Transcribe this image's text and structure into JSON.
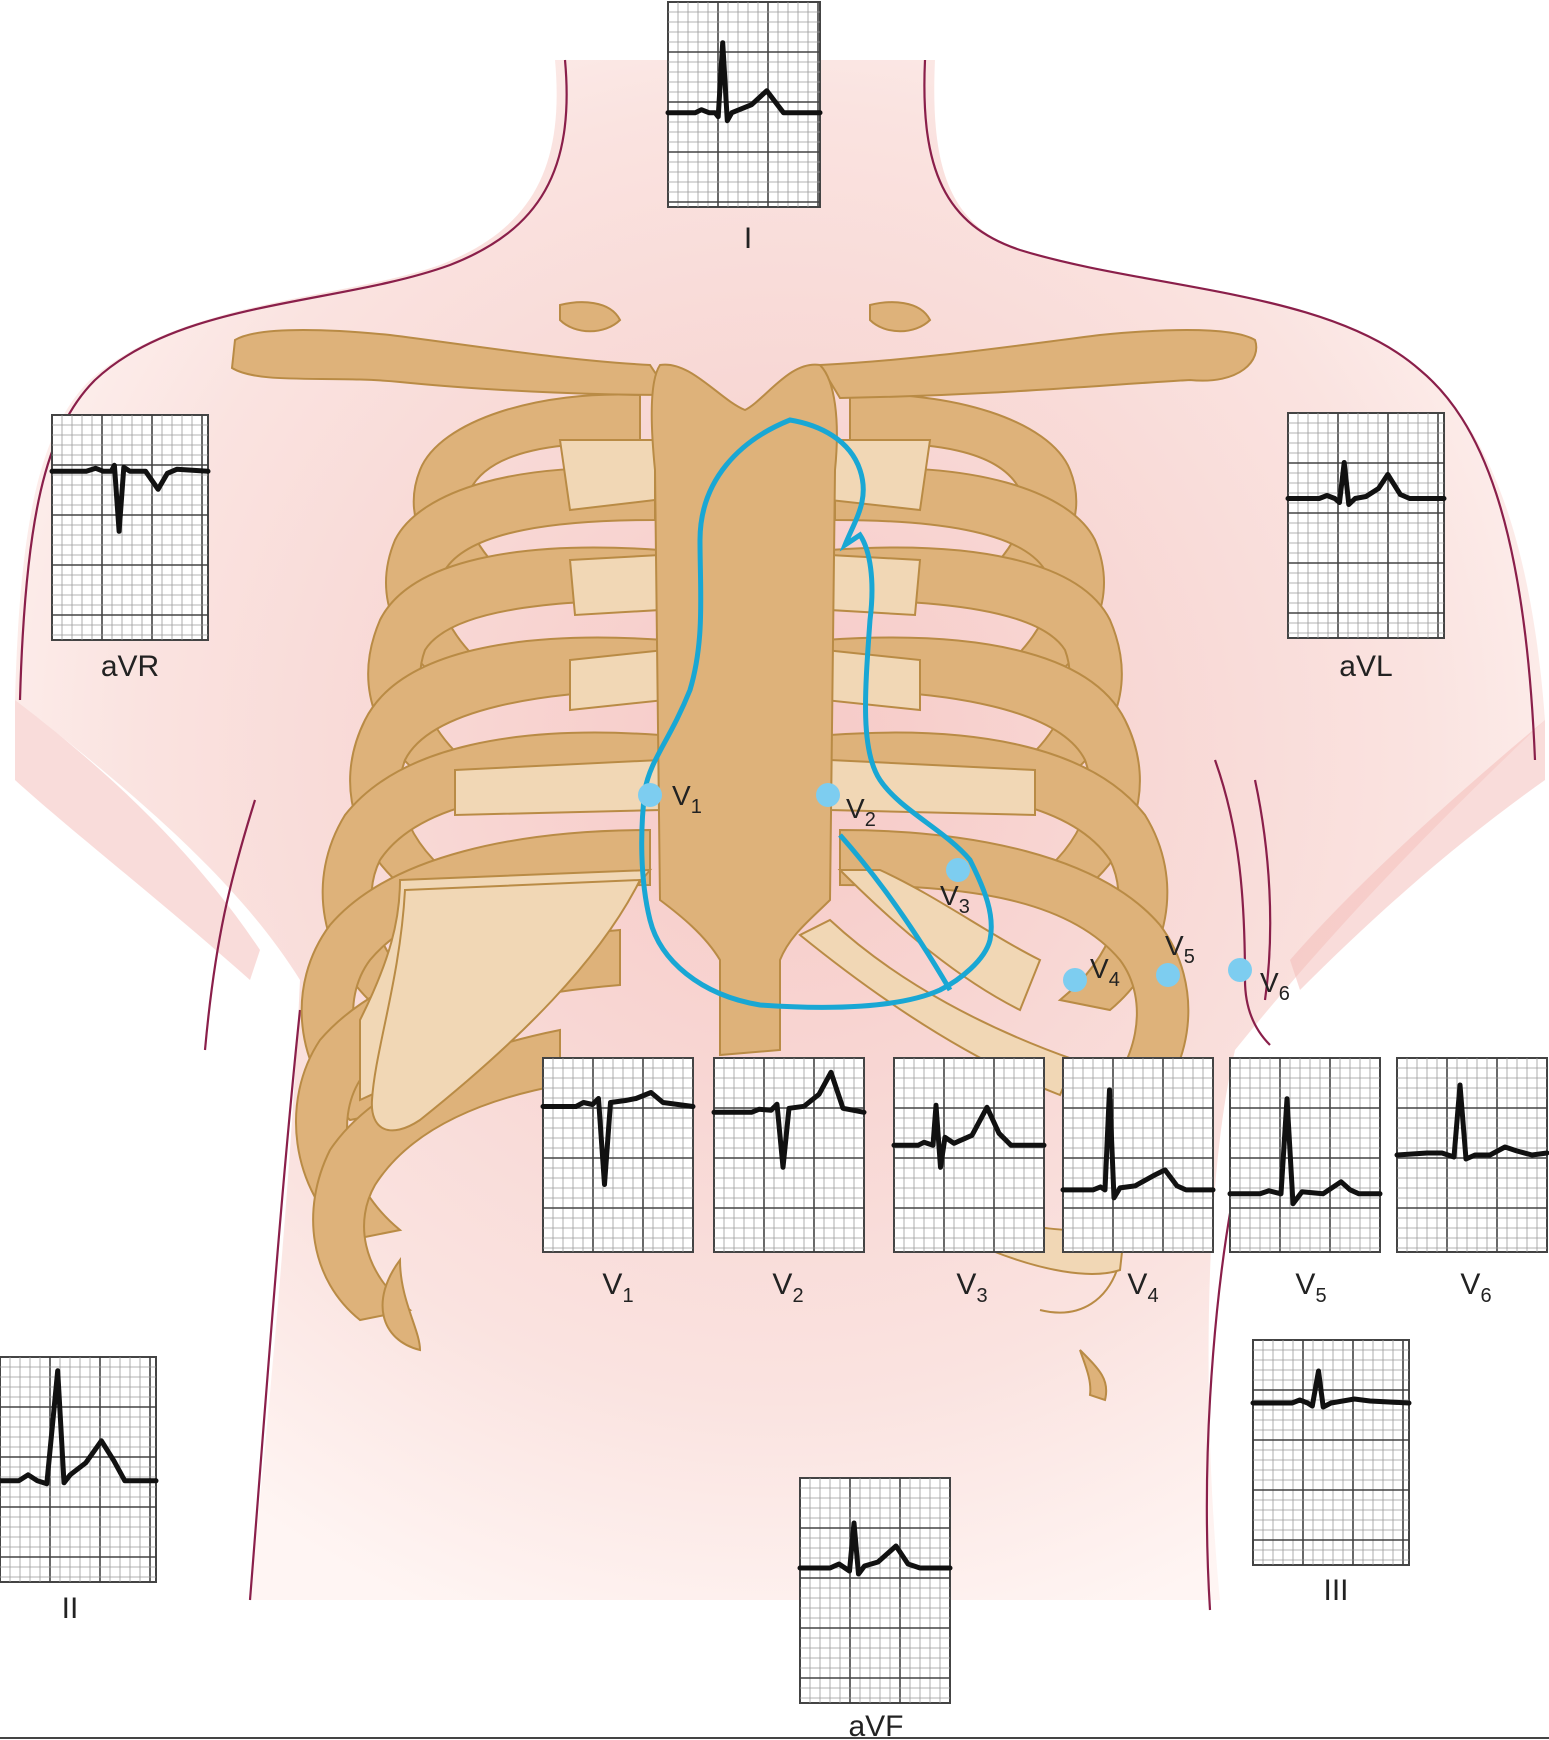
{
  "colors": {
    "skin_fill": "#f9dcd9",
    "body_outline": "#8a1f4a",
    "bone": "#deb27a",
    "bone_outline": "#b98b45",
    "cartilage": "#f1d7b5",
    "heart_outline": "#19a7d4",
    "electrode": "#7dcdf0",
    "ecg_grid_major": "#444444",
    "ecg_grid_minor": "#9a9a9a",
    "ecg_trace": "#111111"
  },
  "limb_leads": [
    {
      "id": "I",
      "name": "I",
      "waveform": "upright-qrs-positive-t"
    },
    {
      "id": "aVR",
      "name": "aVR",
      "waveform": "negative-qrs-negative-t"
    },
    {
      "id": "aVL",
      "name": "aVL",
      "waveform": "small-positive-qrs-positive-t"
    },
    {
      "id": "II",
      "name": "II",
      "waveform": "tall-positive-qrs-positive-t"
    },
    {
      "id": "aVF",
      "name": "aVF",
      "waveform": "positive-qrs-positive-t"
    },
    {
      "id": "III",
      "name": "III",
      "waveform": "small-positive-qrs-flat-t"
    }
  ],
  "chest_leads": [
    {
      "id": "V1",
      "letter": "V",
      "sub": "1",
      "waveform": "deep-s-small-r"
    },
    {
      "id": "V2",
      "letter": "V",
      "sub": "2",
      "waveform": "deep-s-upright-t"
    },
    {
      "id": "V3",
      "letter": "V",
      "sub": "3",
      "waveform": "rs-equiphasic-upright-t"
    },
    {
      "id": "V4",
      "letter": "V",
      "sub": "4",
      "waveform": "tall-r-upright-t"
    },
    {
      "id": "V5",
      "letter": "V",
      "sub": "5",
      "waveform": "tall-r-small-t"
    },
    {
      "id": "V6",
      "letter": "V",
      "sub": "6",
      "waveform": "tall-r-flat-t"
    }
  ],
  "electrodes": [
    {
      "id": "V1",
      "letter": "V",
      "sub": "1"
    },
    {
      "id": "V2",
      "letter": "V",
      "sub": "2"
    },
    {
      "id": "V3",
      "letter": "V",
      "sub": "3"
    },
    {
      "id": "V4",
      "letter": "V",
      "sub": "4"
    },
    {
      "id": "V5",
      "letter": "V",
      "sub": "5"
    },
    {
      "id": "V6",
      "letter": "V",
      "sub": "6"
    }
  ]
}
